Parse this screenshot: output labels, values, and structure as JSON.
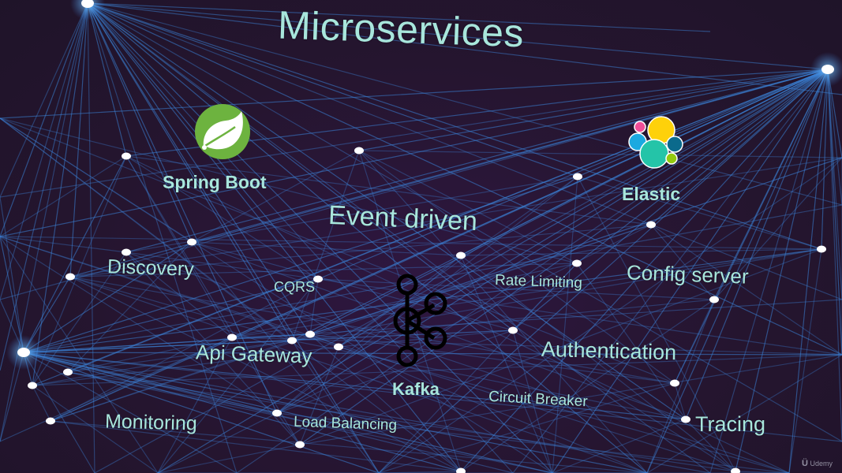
{
  "slide": {
    "title": "Microservices",
    "colors": {
      "background": "#241630",
      "text": "#a8e6dc",
      "lines": "#3a7bd5",
      "nodes": "#ffffff"
    }
  },
  "logos": {
    "spring_boot": {
      "label": "Spring Boot",
      "icon": "spring-leaf-icon",
      "color": "#6db33f"
    },
    "elastic": {
      "label": "Elastic",
      "icon": "elastic-cluster-icon",
      "colors": [
        "#f04e98",
        "#fed10a",
        "#24bbb1",
        "#0079a5",
        "#93c90e",
        "#00bfb3"
      ]
    },
    "kafka": {
      "label": "Kafka",
      "icon": "kafka-nodes-icon",
      "color": "#000000"
    }
  },
  "topics": [
    {
      "id": "event-driven",
      "label": "Event driven"
    },
    {
      "id": "discovery",
      "label": "Discovery"
    },
    {
      "id": "cqrs",
      "label": "CQRS"
    },
    {
      "id": "rate-limiting",
      "label": "Rate Limiting"
    },
    {
      "id": "config-server",
      "label": "Config server"
    },
    {
      "id": "api-gateway",
      "label": "Api Gateway"
    },
    {
      "id": "authentication",
      "label": "Authentication"
    },
    {
      "id": "circuit-breaker",
      "label": "Circuit Breaker"
    },
    {
      "id": "monitoring",
      "label": "Monitoring"
    },
    {
      "id": "load-balancing",
      "label": "Load Balancing"
    },
    {
      "id": "tracing",
      "label": "Tracing"
    }
  ],
  "watermark": {
    "text": "Udemy"
  }
}
